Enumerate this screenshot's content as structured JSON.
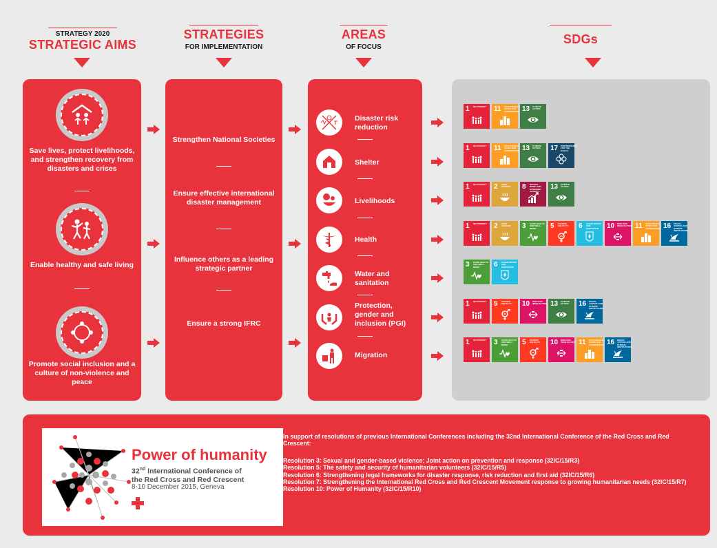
{
  "headers": {
    "aims_small": "STRATEGY 2020",
    "aims_big": "STRATEGIC AIMS",
    "strat_big": "STRATEGIES",
    "strat_small": "FOR IMPLEMENTATION",
    "areas_big": "AREAS",
    "areas_small": "OF FOCUS",
    "sdgs_big": "SDGs"
  },
  "aims": [
    {
      "label": "Save lives, protect livelihoods, and strengthen recovery from disasters and crises",
      "icon": "shelter-family-icon"
    },
    {
      "label": "Enable healthy and safe living",
      "icon": "healthy-living-icon"
    },
    {
      "label": "Promote social inclusion and a culture of non-violence and peace",
      "icon": "inclusion-circle-icon"
    }
  ],
  "strategies": [
    {
      "label": "Strengthen National Societies"
    },
    {
      "label": "Ensure effective international disaster management"
    },
    {
      "label": "Influence others as a leading strategic partner"
    },
    {
      "label": "Ensure a strong IFRC"
    }
  ],
  "areas": [
    {
      "label": "Disaster risk reduction",
      "icon": "disaster-risk-icon"
    },
    {
      "label": "Shelter",
      "icon": "house-icon"
    },
    {
      "label": "Livelihoods",
      "icon": "livelihoods-icon"
    },
    {
      "label": "Health",
      "icon": "caduceus-icon"
    },
    {
      "label": "Water and sanitation",
      "icon": "water-tap-icon"
    },
    {
      "label": "Protection, gender and inclusion (PGI)",
      "icon": "protection-hands-icon"
    },
    {
      "label": "Migration",
      "icon": "migrant-icon"
    }
  ],
  "sdg_goals": {
    "1": {
      "num": "1",
      "title": "NO POVERTY",
      "color": "#e5243b",
      "icon": "family-icon"
    },
    "2": {
      "num": "2",
      "title": "ZERO HUNGER",
      "color": "#dda63a",
      "icon": "bowl-icon"
    },
    "3": {
      "num": "3",
      "title": "GOOD HEALTH AND WELL-BEING",
      "color": "#4c9f38",
      "icon": "heartbeat-icon"
    },
    "5": {
      "num": "5",
      "title": "GENDER EQUALITY",
      "color": "#ff3a21",
      "icon": "gender-icon"
    },
    "6": {
      "num": "6",
      "title": "CLEAN WATER AND SANITATION",
      "color": "#26bde2",
      "icon": "water-drop-icon"
    },
    "8": {
      "num": "8",
      "title": "DECENT WORK AND ECONOMIC GROWTH",
      "color": "#a21942",
      "icon": "growth-chart-icon"
    },
    "10": {
      "num": "10",
      "title": "REDUCED INEQUALITIES",
      "color": "#dd1367",
      "icon": "equality-icon"
    },
    "11": {
      "num": "11",
      "title": "SUSTAINABLE CITIES AND COMMUNITIES",
      "color": "#fd9d24",
      "icon": "city-icon"
    },
    "13": {
      "num": "13",
      "title": "CLIMATE ACTION",
      "color": "#3f7e44",
      "icon": "eye-globe-icon"
    },
    "16": {
      "num": "16",
      "title": "PEACE, JUSTICE AND STRONG INSTITUTIONS",
      "color": "#00689d",
      "icon": "dove-icon"
    },
    "17": {
      "num": "17",
      "title": "PARTNERSHIPS FOR THE GOALS",
      "color": "#19486a",
      "icon": "flower-icon"
    }
  },
  "sdg_rows": [
    [
      "1",
      "11",
      "13"
    ],
    [
      "1",
      "11",
      "13",
      "17"
    ],
    [
      "1",
      "2",
      "8",
      "13"
    ],
    [
      "1",
      "2",
      "3",
      "5",
      "6",
      "10",
      "11",
      "16"
    ],
    [
      "3",
      "6"
    ],
    [
      "1",
      "5",
      "10",
      "13",
      "16"
    ],
    [
      "1",
      "3",
      "5",
      "10",
      "11",
      "16"
    ]
  ],
  "logo": {
    "title": "Power of humanity",
    "conf_num": "32",
    "conf_sup": "nd",
    "conf_line1": " International Conference of",
    "conf_line2": "the Red Cross and Red Crescent",
    "dates": "8-10 December 2015, Geneva"
  },
  "resolutions": {
    "intro": "In support of resolutions of previous International Conferences including the 32nd International Conference of the Red Cross and Red Crescent:",
    "items": [
      "Resolution 3: Sexual and gender-based violence: Joint action on prevention and response (32IC/15/R3)",
      "Resolution 5: The safety and security of humanitarian volunteers (32IC/15/R5)",
      "Resolution 6: Strengthening legal frameworks for disaster response, risk reduction and first aid (32IC/15/R6)",
      "Resolution 7: Strengthening the International Red Cross and Red Crescent Movement response to growing humanitarian needs (32IC/15/R7)",
      "Resolution 10: Power of Humanity (32IC/15/R10)"
    ]
  },
  "colors": {
    "red": "#e8323c",
    "grey_panel": "#cfcfcf",
    "background": "#ebebeb"
  }
}
